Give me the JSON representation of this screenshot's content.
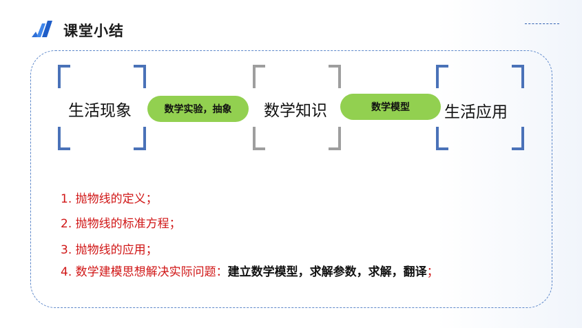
{
  "header": {
    "title": "课堂小结"
  },
  "flow": {
    "box1": "生活现象",
    "pill1": "数学实验，抽象",
    "box2": "数学知识",
    "pill2": "数学模型",
    "box3": "生活应用"
  },
  "summary": {
    "item1": "1. 抛物线的定义；",
    "item2": "2. 抛物线的标准方程；",
    "item3": "3. 抛物线的应用；",
    "item4_lead": "4. 数学建模思想解决实际问题：",
    "item4_emphasis": "建立数学模型，求解参数，求解，翻译",
    "item4_tail": "；"
  },
  "colors": {
    "accent_blue": "#4a72b8",
    "pill_green": "#92d050",
    "text_red": "#d01616",
    "bracket_gray": "#9e9e9e"
  }
}
